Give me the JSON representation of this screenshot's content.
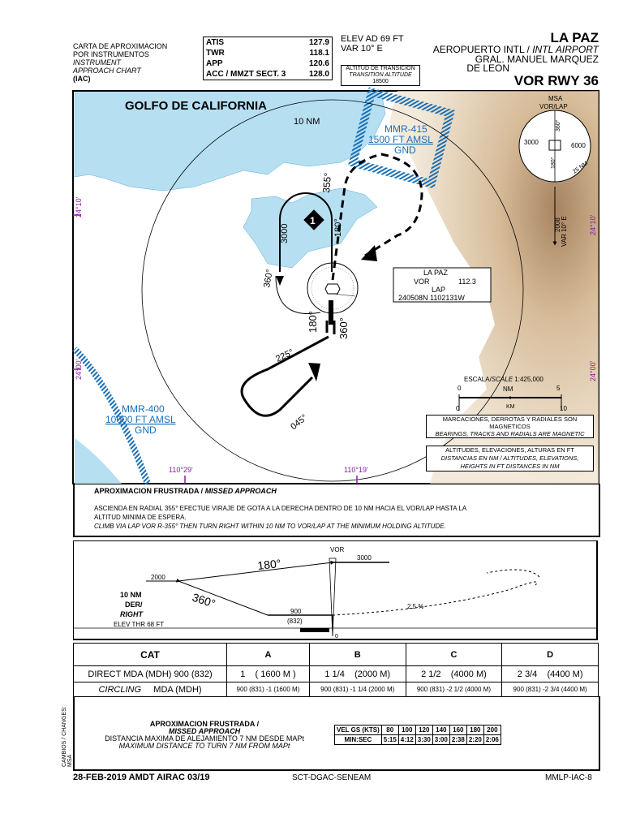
{
  "header": {
    "chart_type": [
      "CARTA DE APROXIMACION",
      "POR INSTRUMENTOS",
      "INSTRUMENT",
      "APPROACH CHART",
      "(IAC)"
    ],
    "comms": [
      {
        "name": "ATIS",
        "freq": "127.9"
      },
      {
        "name": "TWR",
        "freq": "118.1"
      },
      {
        "name": "APP",
        "freq": "120.6"
      },
      {
        "name": "ACC / MMZT SECT. 3",
        "freq": "128.0"
      }
    ],
    "elev": "ELEV AD  69 FT",
    "var": "VAR  10° E",
    "transition_label_es": "ALTITUD DE TRANSICION",
    "transition_label_en": "TRANSITION ALTITUDE",
    "transition_value": "18500",
    "city": "LA  PAZ",
    "airport_es": "AEROPUERTO INTL /",
    "airport_en": "INTL AIRPORT",
    "airport_name1": "GRAL. MANUEL MARQUEZ",
    "airport_name2": "DE LEON",
    "procedure": "VOR  RWY 36"
  },
  "plan": {
    "gulf_label": "GOLFO  DE  CALIFORNIA",
    "ring_label": "10 NM",
    "mmr415": [
      "MMR-415",
      "1500 FT AMSL",
      "GND"
    ],
    "mmr400": [
      "MMR-400",
      "10000 FT AMSL",
      "GND"
    ],
    "msa_title": [
      "MSA",
      "VOR/LAP"
    ],
    "msa_values": [
      "3000",
      "6000",
      "360°",
      "180°",
      "25 NM"
    ],
    "holding": {
      "inbound": "180°",
      "outbound": "360°",
      "altitude": "3000",
      "track_in": "355°"
    },
    "fix_number": "1",
    "approach_courses": [
      "180°",
      "360°",
      "225°",
      "045°"
    ],
    "navaid": {
      "city": "LA  PAZ",
      "type": "VOR",
      "freq": "112.3",
      "ident": "LAP",
      "coords": "240508N 1102131W"
    },
    "latlon": [
      "24°10'",
      "24°00'",
      "110°29'",
      "110°19'",
      "24°10'",
      "24°00'"
    ],
    "var_note": "VAR 10° E",
    "var_year": "2008",
    "scale": {
      "label_es": "ESCALA/",
      "label_en": "SCALE",
      "ratio": "1:425,000",
      "nm": "NM",
      "km": "KM",
      "nm_ticks": [
        "0",
        "5"
      ],
      "km_ticks": [
        "0",
        "10"
      ]
    },
    "notes": [
      [
        "MARCACIONES, DERROTAS Y RADIALES SON",
        "MAGNETICOS",
        "BEARINGS, TRACKS AND RADIALS ARE MAGNETIC"
      ],
      [
        "ALTITUDES, ELEVACIONES, ALTURAS EN FT",
        "DISTANCIAS EN NM / ALTITUDES, ELEVATIONS,",
        "HEIGHTS IN FT DISTANCES IN NM"
      ]
    ]
  },
  "missed": {
    "title_es": "APROXIMACION  FRUSTRADA /",
    "title_en": "MISSED  APPROACH",
    "line1": "ASCIENDA EN  RADIAL 355°  EFECTUE VIRAJE DE GOTA A LA  DERECHA  DENTRO DE  10 NM  HACIA EL  VOR/LAP  HASTA  LA",
    "line2": "ALTITUD MINIMA DE ESPERA.",
    "line3": "CLIMB VIA  LAP VOR R-355°  THEN TURN  RIGHT  WITHIN   10 NM  TO  VOR/LAP  AT THE MINIMUM HOLDING ALTITUDE."
  },
  "profile": {
    "vor": "VOR",
    "alt3000": "3000",
    "alt2000": "2000",
    "c180": "180°",
    "c360": "360°",
    "dist": [
      "10 NM",
      "DER/",
      "RIGHT"
    ],
    "mda": "900",
    "mdh": "(832)",
    "gradient": "2.5 %",
    "zero": "0",
    "elev_thr": "ELEV THR  68 FT"
  },
  "minima": {
    "headers": [
      "CAT",
      "A",
      "B",
      "C",
      "D"
    ],
    "direct_label": "DIRECT  MDA  (MDH) 900 (832)",
    "direct": [
      [
        "1",
        "( 1600 M )"
      ],
      [
        "1 1/4",
        "(2000 M)"
      ],
      [
        "2 1/2",
        "(4000 M)"
      ],
      [
        "2 3/4",
        "(4400 M)"
      ]
    ],
    "circling_label1": "CIRCLING",
    "circling_label2": "MDA  (MDH)",
    "circling": [
      "900 (831) -1    (1600 M)",
      "900 (831) -1 1/4 (2000 M)",
      "900 (831) -2 1/2 (4000 M)",
      "900 (831) -2 3/4 (4400 M)"
    ]
  },
  "footer_block": {
    "l1": "APROXIMACION FRUSTRADA /",
    "l2": "MISSED APPROACH",
    "l3": "DISTANCIA MAXIMA DE ALEJAMIENTO 7 NM DESDE MAPt",
    "l4": "MAXIMUM DISTANCE TO TURN 7 NM FROM MAPt",
    "speeds": [
      "80",
      "100",
      "120",
      "140",
      "160",
      "180",
      "200"
    ],
    "times": [
      "5:15",
      "4:12",
      "3:30",
      "3:00",
      "2:38",
      "2:20",
      "2:06"
    ],
    "speed_label": "VEL GS (KTS)",
    "time_label": "MIN:SEC",
    "changes": "CAMBIOS / CHANGES: MSA"
  },
  "footer": {
    "date": "28-FEB-2019  AMDT AIRAC 03/19",
    "agency": "SCT-DGAC-SENEAM",
    "chart_id": "MMLP-IAC-8"
  },
  "colors": {
    "water": "#b6e0f2",
    "terrain": "#c9a577",
    "blue": "#1a6fb5",
    "latlon": "#8a1aa0"
  }
}
